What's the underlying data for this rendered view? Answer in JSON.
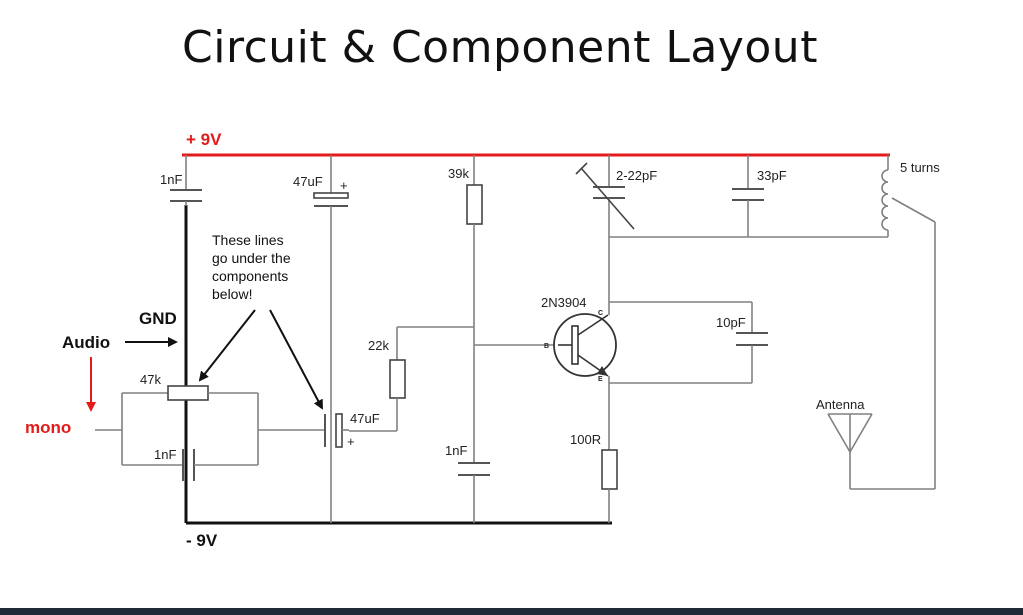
{
  "title": "Circuit & Component Layout",
  "rails": {
    "positive": "+ 9V",
    "negative": "- 9V"
  },
  "labels": {
    "gnd": "GND",
    "audio": "Audio",
    "mono": "mono",
    "note_lines": [
      "These lines",
      "go under the",
      "components",
      "below!"
    ]
  },
  "components": {
    "c_1nf_top": "1nF",
    "c_47uf_top": "47uF",
    "r_39k": "39k",
    "c_trim": "2-22pF",
    "c_33pf": "33pF",
    "coil": "5 turns",
    "transistor": "2N3904",
    "pin_c": "C",
    "pin_b": "B",
    "pin_e": "E",
    "c_10pf": "10pF",
    "r_22k": "22k",
    "r_47k": "47k",
    "c_47uf_mid": "47uF",
    "c_1nf_low": "1nF",
    "c_1nf_mid": "1nF",
    "r_100r": "100R",
    "antenna": "Antenna",
    "plus": "+"
  },
  "colors": {
    "rail_positive": "#e31b1b",
    "rail_ground": "#111111",
    "wire": "#808080",
    "mono_arrow": "#e31b1b"
  }
}
